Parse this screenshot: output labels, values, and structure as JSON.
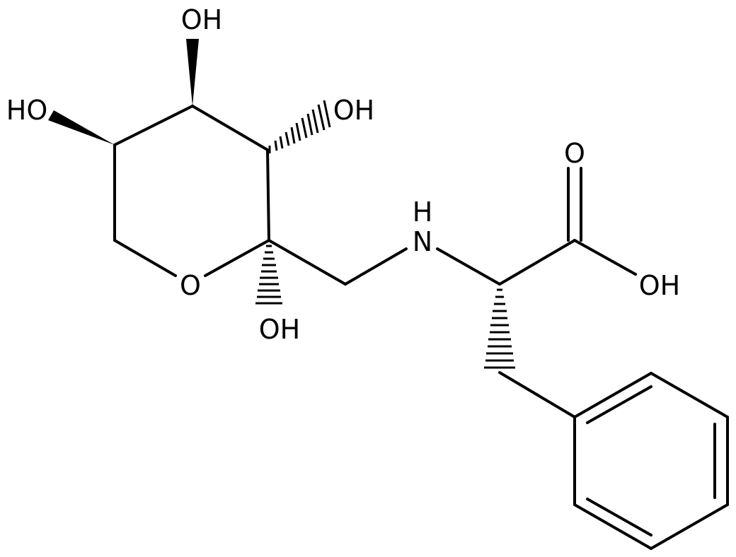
{
  "labels": {
    "oh_top": "OH",
    "ho_left": "HO",
    "oh_right": "OH",
    "o_ring": "O",
    "oh_bottom": "OH",
    "nh_h": "H",
    "nh_n": "N",
    "o_carbonyl": "O",
    "oh_acid": "OH"
  },
  "colors": {
    "bond": "#000000",
    "background": "#ffffff"
  }
}
